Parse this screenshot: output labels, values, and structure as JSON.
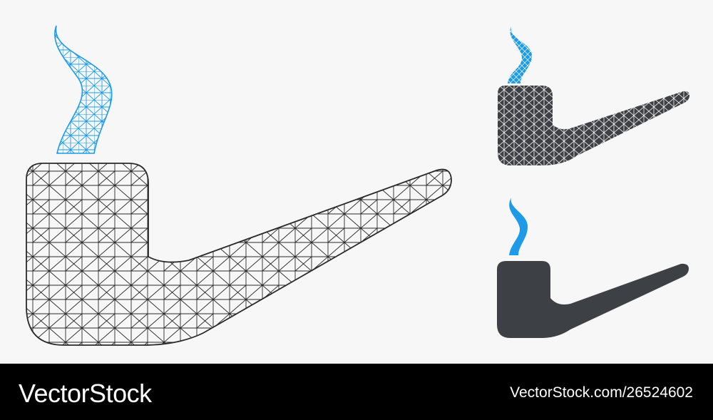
{
  "footer": {
    "logo_text": "VectorStock",
    "image_url": "VectorStock.com/26524602"
  },
  "icons": [
    {
      "name": "mesh-pipe-icon",
      "style": "wireframe mesh"
    },
    {
      "name": "mosaic-pipe-icon",
      "style": "triangle mosaic"
    },
    {
      "name": "flat-pipe-icon",
      "style": "flat solid"
    }
  ],
  "colors": {
    "background": "#f7f7f7",
    "mesh_line": "#2a2a2a",
    "smoke_blue": "#1e9be6",
    "pipe_fill": "#3d4145",
    "footer_bg": "#000000",
    "footer_text": "#ffffff"
  }
}
